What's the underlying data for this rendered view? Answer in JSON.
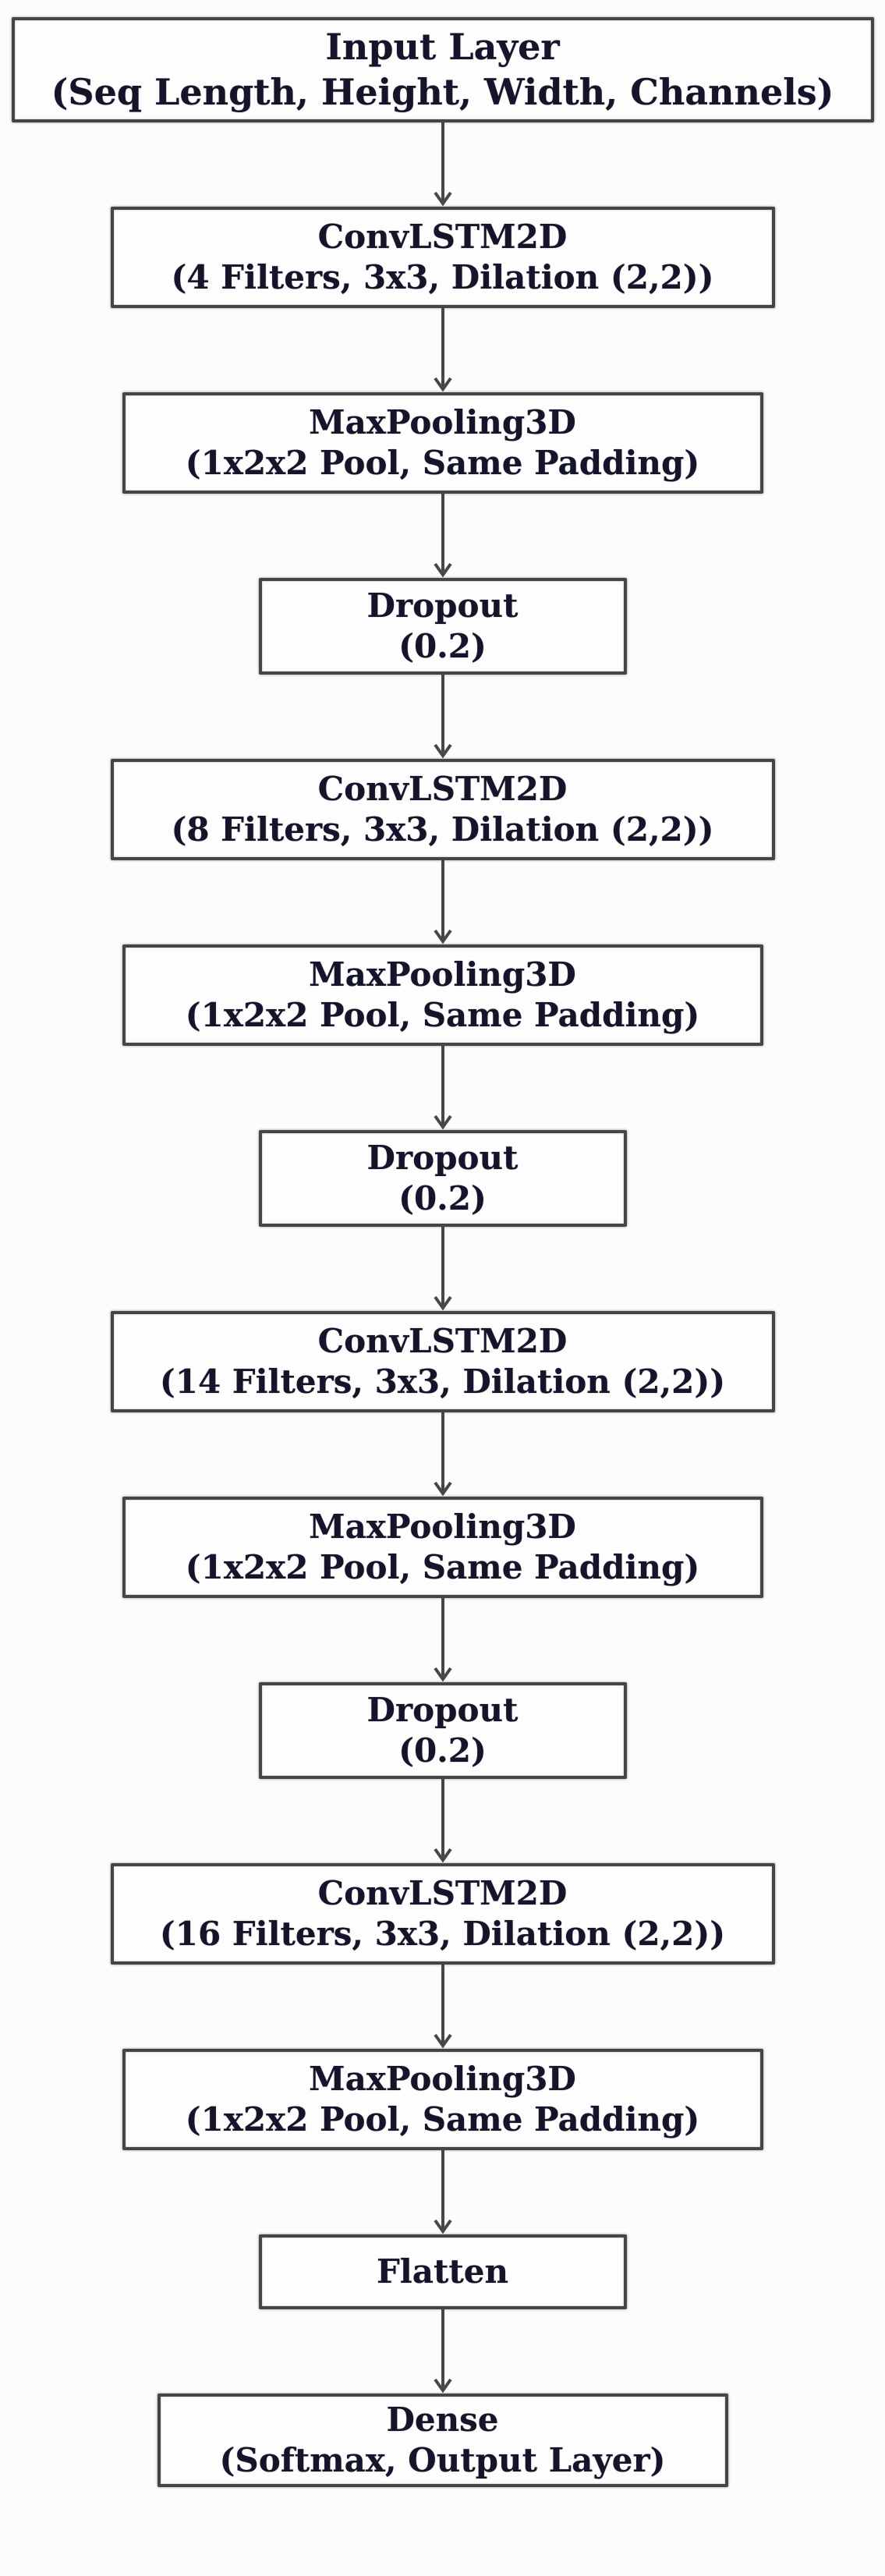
{
  "diagram": {
    "type": "flowchart",
    "description": "ConvLSTM2D neural network architecture, vertical top-to-bottom flow",
    "colors": {
      "background": "#fcfcfc",
      "box_fill": "#fdfdfd",
      "box_border": "#454545",
      "text": "#14142a",
      "arrow": "#474747"
    },
    "nodes": [
      {
        "title": "Input Layer",
        "subtitle": "(Seq Length, Height, Width, Channels)"
      },
      {
        "title": "ConvLSTM2D",
        "subtitle": "(4 Filters, 3x3, Dilation (2,2))"
      },
      {
        "title": "MaxPooling3D",
        "subtitle": "(1x2x2 Pool, Same Padding)"
      },
      {
        "title": "Dropout",
        "subtitle": "(0.2)"
      },
      {
        "title": "ConvLSTM2D",
        "subtitle": "(8 Filters, 3x3, Dilation (2,2))"
      },
      {
        "title": "MaxPooling3D",
        "subtitle": "(1x2x2 Pool, Same Padding)"
      },
      {
        "title": "Dropout",
        "subtitle": "(0.2)"
      },
      {
        "title": "ConvLSTM2D",
        "subtitle": "(14 Filters, 3x3, Dilation (2,2))"
      },
      {
        "title": "MaxPooling3D",
        "subtitle": "(1x2x2 Pool, Same Padding)"
      },
      {
        "title": "Dropout",
        "subtitle": "(0.2)"
      },
      {
        "title": "ConvLSTM2D",
        "subtitle": "(16 Filters, 3x3, Dilation (2,2))"
      },
      {
        "title": "MaxPooling3D",
        "subtitle": "(1x2x2 Pool, Same Padding)"
      },
      {
        "title": "Flatten",
        "subtitle": ""
      },
      {
        "title": "Dense",
        "subtitle": "(Softmax, Output Layer)"
      }
    ],
    "edges": "each node connects to the next with a downward arrow"
  }
}
